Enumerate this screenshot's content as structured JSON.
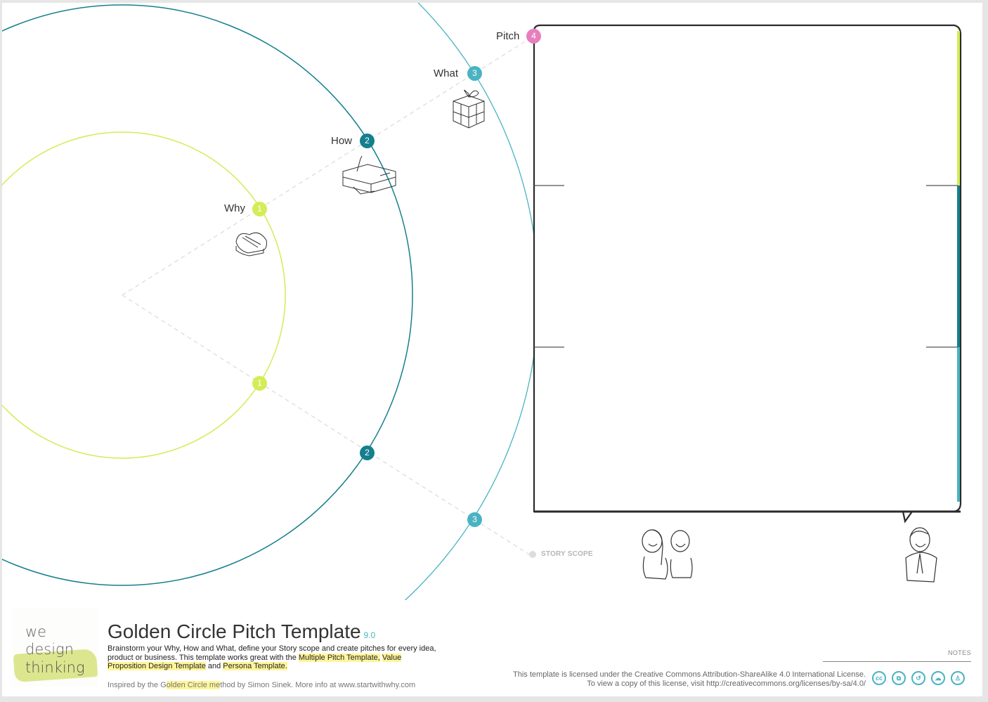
{
  "diagram": {
    "stages": [
      {
        "label": "Why",
        "number": "1",
        "color": "#d4ec56"
      },
      {
        "label": "How",
        "number": "2",
        "color": "#157f8e"
      },
      {
        "label": "What",
        "number": "3",
        "color": "#4ab3c2"
      },
      {
        "label": "Pitch",
        "number": "4",
        "color": "#e77fbd"
      }
    ],
    "lower_markers": [
      {
        "number": "1",
        "color": "#d4ec56"
      },
      {
        "number": "2",
        "color": "#157f8e"
      },
      {
        "number": "3",
        "color": "#4ab3c2"
      }
    ],
    "story_scope_label": "STORY SCOPE",
    "icons": [
      "heart-box-icon",
      "drawer-tools-icon",
      "gift-box-icon",
      "audience-people-icon",
      "presenter-icon"
    ],
    "pitch_side_bar_colors": [
      "#d4ec56",
      "#157f8e",
      "#4ab3c2"
    ]
  },
  "footer": {
    "logo": {
      "line1": "we",
      "line2": "design",
      "line3": "thinking"
    },
    "title": "Golden Circle Pitch Template",
    "version": "9.0",
    "description": {
      "part1": "Brainstorm your Why, How and What, define your Story scope and create pitches for every idea, product or business. This template works great with the ",
      "link1": "Multiple Pitch Template,",
      "link2": "Value Proposition Design Template",
      "part2": " and ",
      "link3": "Persona Template."
    },
    "inspired": {
      "pre": "Inspired by the G",
      "highlight": "olden Circle me",
      "post": "thod by Simon Sinek. More info at www.startwithwhy.com"
    },
    "notes_label": "NOTES",
    "license_line1": "This template is licensed under the Creative Commons Attribution-ShareAlike 4.0 International License.",
    "license_line2": "To view a copy of this license, visit http://creativecommons.org/licenses/by-sa/4.0/",
    "cc_icons": [
      {
        "name": "cc-icon",
        "glyph": "cc"
      },
      {
        "name": "copy-icon",
        "glyph": "⧉"
      },
      {
        "name": "sharealike-icon",
        "glyph": "↺"
      },
      {
        "name": "remix-icon",
        "glyph": "☁"
      },
      {
        "name": "attribution-icon",
        "glyph": "♙"
      }
    ]
  }
}
